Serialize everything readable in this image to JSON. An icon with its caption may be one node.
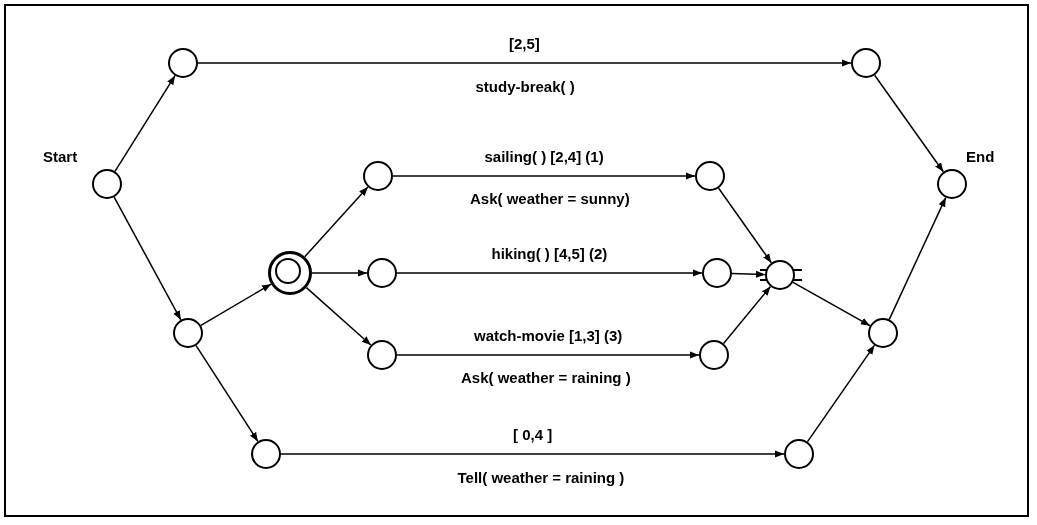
{
  "diagram": {
    "nodes": [
      {
        "text": [],
        "shape": "circle",
        "beside": [
          "Start"
        ]
      },
      {
        "text": [],
        "shape": "circle"
      },
      {
        "text": [],
        "shape": "circle"
      },
      {
        "text": [],
        "shape": "circle",
        "beside": [
          "End"
        ]
      },
      {
        "text": [],
        "shape": "circle"
      },
      {
        "text": [],
        "shape": "circle"
      },
      {
        "text": [],
        "shape": "circle"
      },
      {
        "text": [],
        "shape": "circle"
      },
      {
        "text": [],
        "shape": "circle"
      },
      {
        "text": [],
        "shape": "circle"
      },
      {
        "text": [],
        "shape": "circle"
      },
      {
        "text": [],
        "shape": "circle"
      },
      {
        "text": [],
        "shape": "circle"
      },
      {
        "text": [],
        "shape": "circle"
      },
      {
        "text": [],
        "shape": "circle"
      },
      {
        "text": [],
        "shape": "circle"
      }
    ],
    "edges": [
      {
        "from": 0,
        "to": 1,
        "arrow": "to"
      },
      {
        "from": 0,
        "to": 4,
        "arrow": "to"
      },
      {
        "from": 1,
        "to": 2,
        "arrow": "to",
        "label": "[2,5]"
      },
      {
        "from": 2,
        "to": 3,
        "arrow": "to"
      },
      {
        "from": 4,
        "to": 5,
        "arrow": "to"
      },
      {
        "from": 5,
        "to": 6,
        "arrow": "to"
      },
      {
        "from": 5,
        "to": 8,
        "arrow": "to"
      },
      {
        "from": 5,
        "to": 10,
        "arrow": "to"
      },
      {
        "from": 6,
        "to": 7,
        "arrow": "to",
        "label": "sailing( ) [2,4] (1)"
      },
      {
        "from": 8,
        "to": 9,
        "arrow": "to",
        "label": "hiking( ) [4,5] (2)"
      },
      {
        "from": 10,
        "to": 11,
        "arrow": "to",
        "label": "watch-movie [1,3] (3)"
      },
      {
        "from": 7,
        "to": 12,
        "arrow": "to"
      },
      {
        "from": 9,
        "to": 12,
        "arrow": "to"
      },
      {
        "from": 11,
        "to": 12,
        "arrow": "to"
      },
      {
        "from": 12,
        "to": 13,
        "arrow": "to"
      },
      {
        "from": 13,
        "to": 3,
        "arrow": "to"
      },
      {
        "from": 4,
        "to": 14,
        "arrow": "to"
      },
      {
        "from": 14,
        "to": 15,
        "arrow": "to",
        "label": "[ 0,4 ]"
      },
      {
        "from": 15,
        "to": 13,
        "arrow": "to"
      }
    ],
    "labels": [
      "study-break( )",
      "Ask( weather = sunny)",
      "Ask( weather = raining )",
      "Tell( weather = raining )"
    ]
  }
}
